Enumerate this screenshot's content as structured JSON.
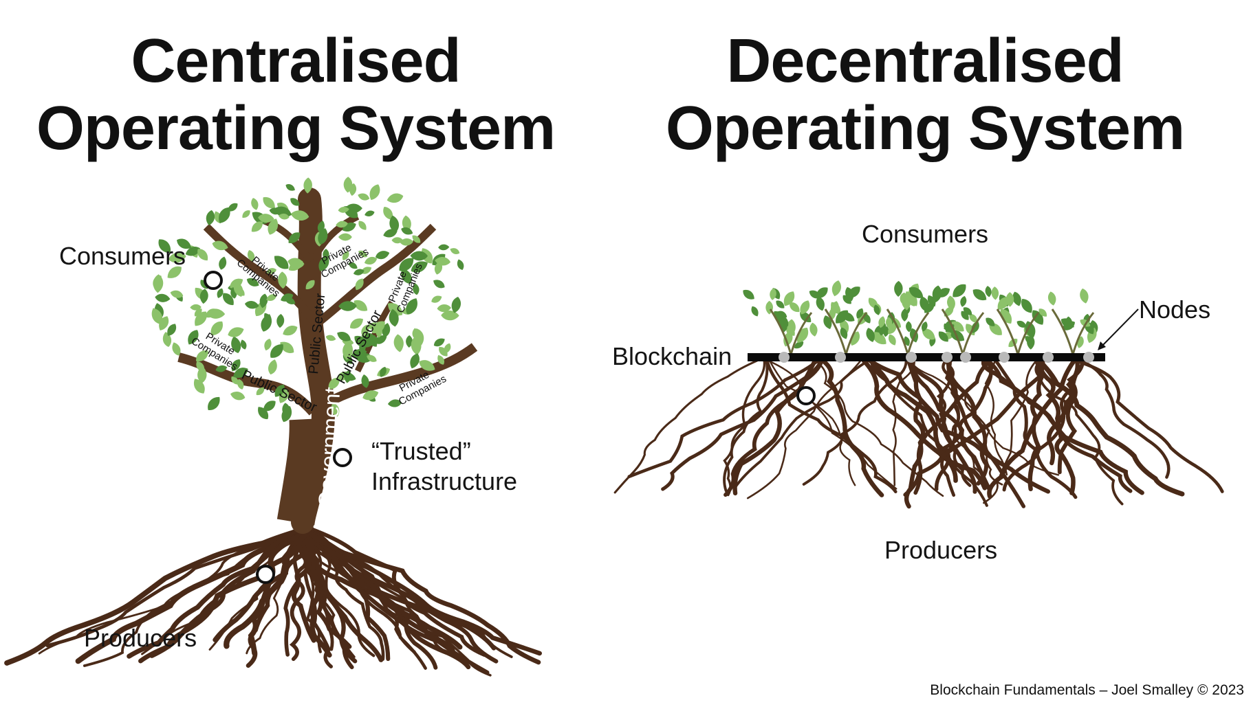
{
  "left": {
    "title_line1": "Centralised",
    "title_line2": "Operating System",
    "consumers": "Consumers",
    "producers": "Producers",
    "trusted_line1": "“Trusted”",
    "trusted_line2": "Infrastructure",
    "trunk": "Government",
    "branch_public": "Public Sector",
    "branch_private_line1": "Private",
    "branch_private_line2": "Companies"
  },
  "right": {
    "title_line1": "Decentralised",
    "title_line2": "Operating System",
    "consumers": "Consumers",
    "producers": "Producers",
    "blockchain": "Blockchain",
    "nodes": "Nodes"
  },
  "footer": "Blockchain Fundamentals – Joel Smalley © 2023",
  "colors": {
    "leaf_dark": "#4f8f3a",
    "leaf_light": "#8cc26a",
    "bark": "#5a3a22",
    "root": "#4a2a18",
    "chain": "#0a0a0a",
    "node": "#b9b9b9"
  }
}
